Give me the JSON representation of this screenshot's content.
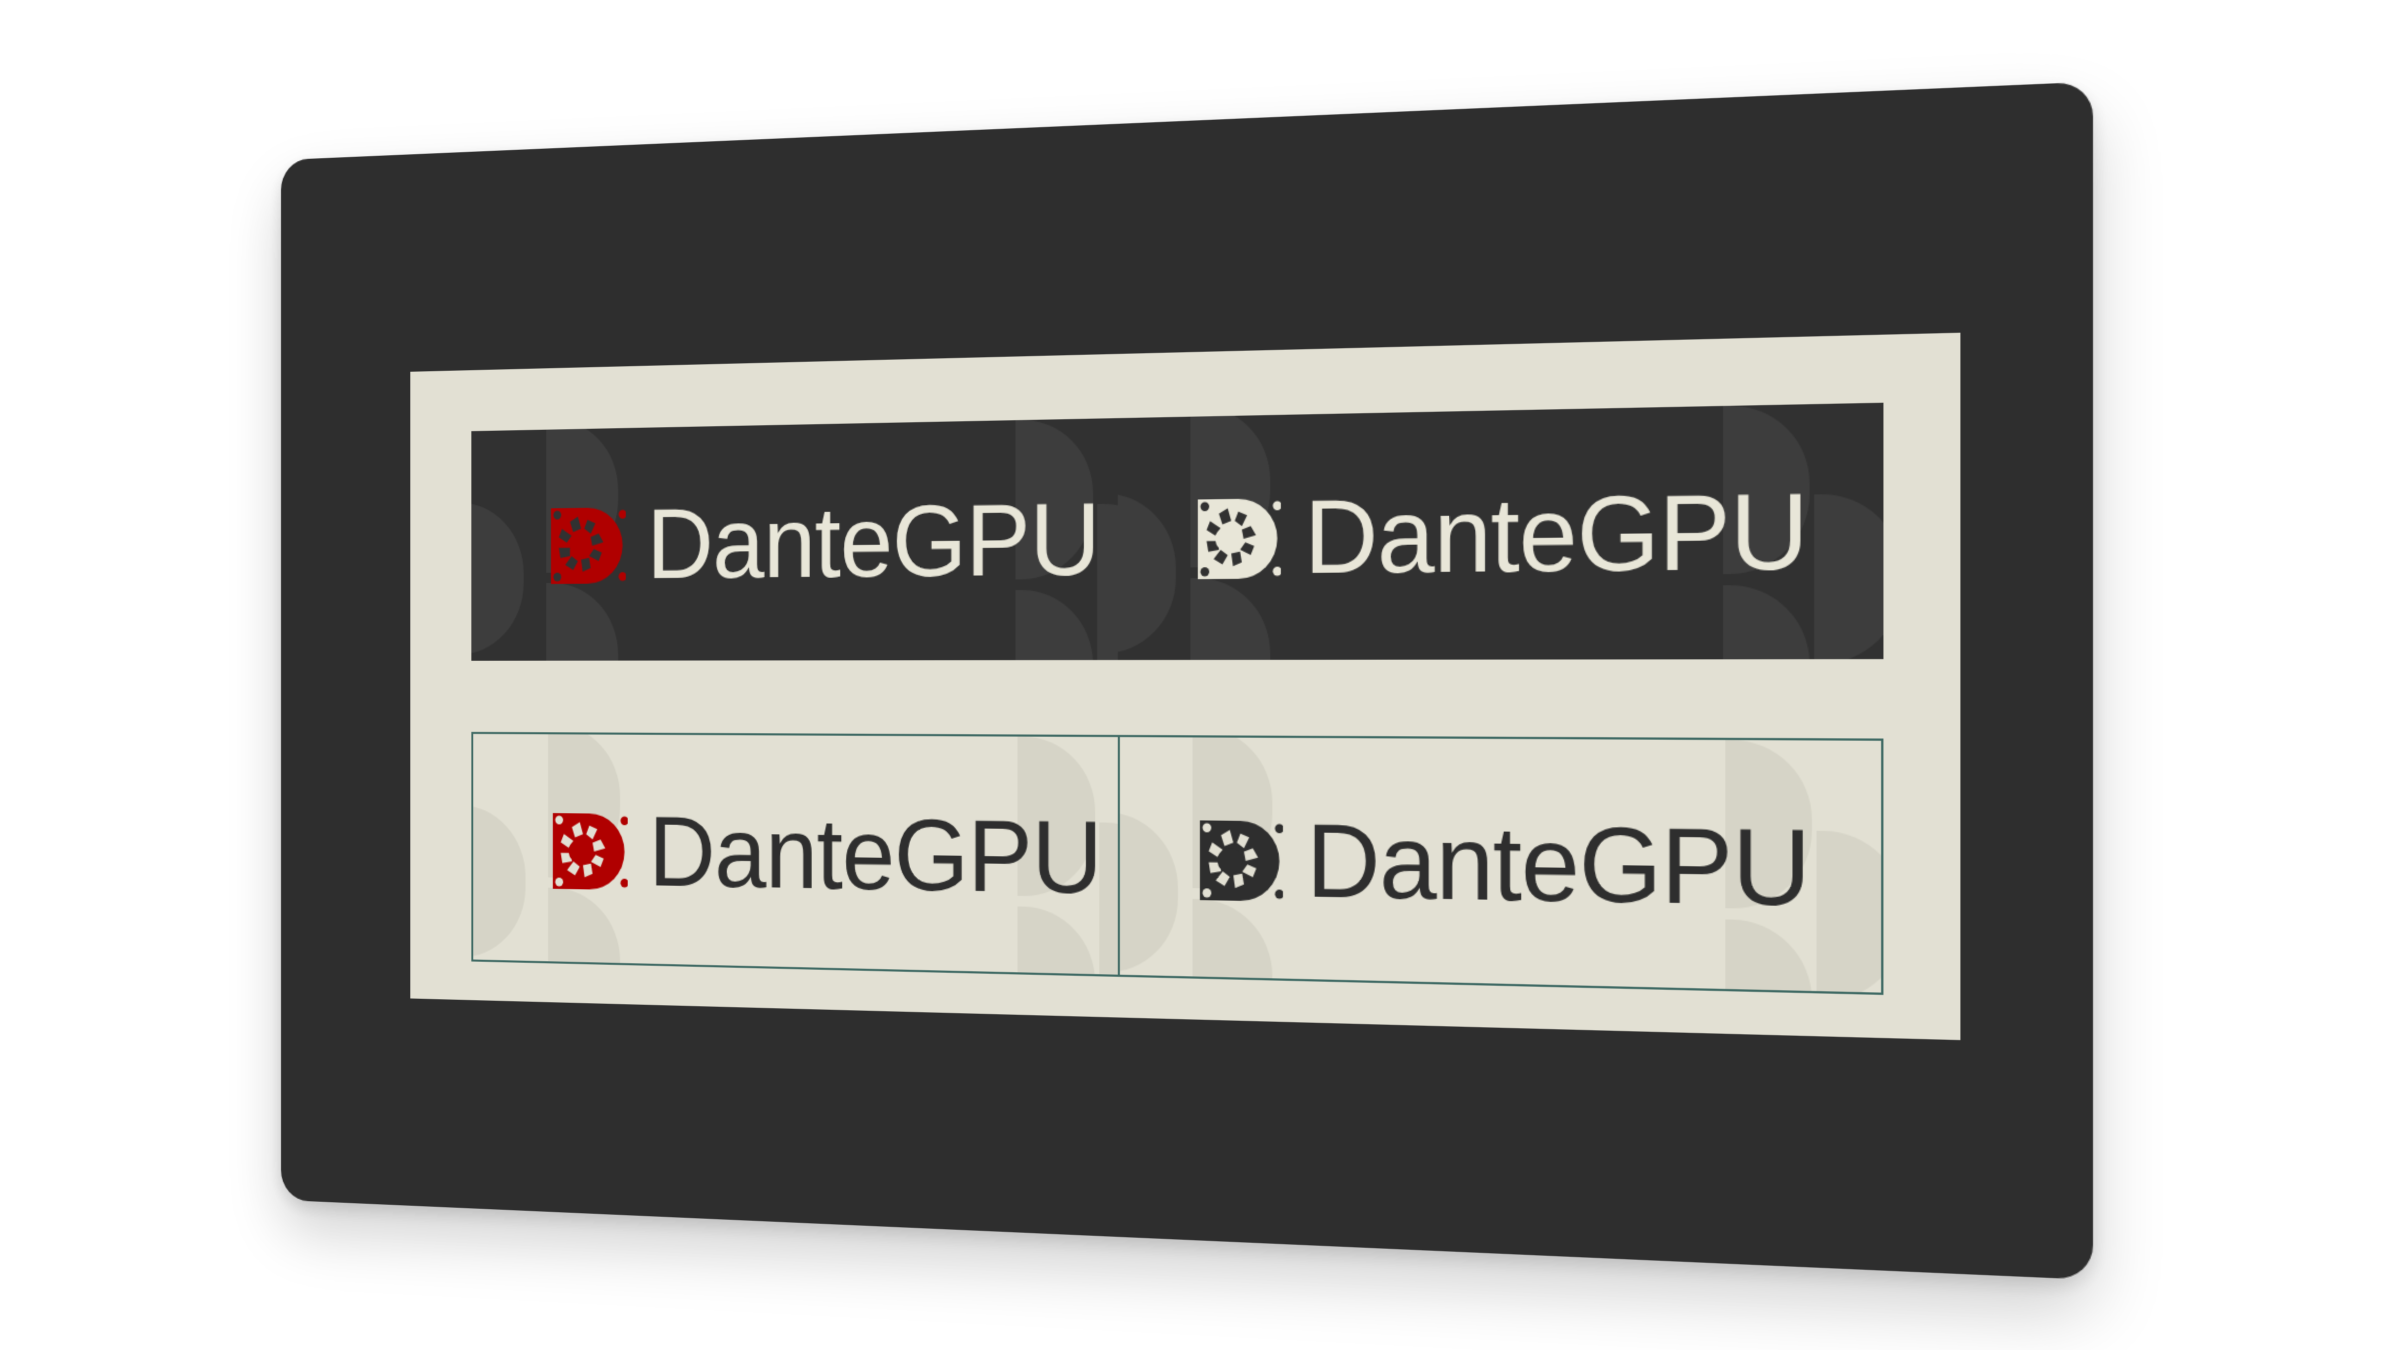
{
  "brand": {
    "name": "DanteGPU",
    "colors": {
      "red": "#b00000",
      "cream": "#e8e6d8",
      "charcoal": "#2e2e2e",
      "panel_beige": "#e2e0d3",
      "tile_border": "#3f6a64"
    }
  },
  "tiles": [
    {
      "label": "DanteGPU",
      "variant": "dark background, red icon",
      "icon": "fan-d-logo-icon",
      "icon_color": "#b00000"
    },
    {
      "label": "DanteGPU",
      "variant": "dark background, cream icon",
      "icon": "fan-d-logo-icon",
      "icon_color": "#e8e6d8"
    },
    {
      "label": "DanteGPU",
      "variant": "light background, red icon",
      "icon": "fan-d-logo-icon",
      "icon_color": "#b00000"
    },
    {
      "label": "DanteGPU",
      "variant": "light background, dark icon",
      "icon": "fan-d-logo-icon",
      "icon_color": "#2e2e2e"
    }
  ]
}
